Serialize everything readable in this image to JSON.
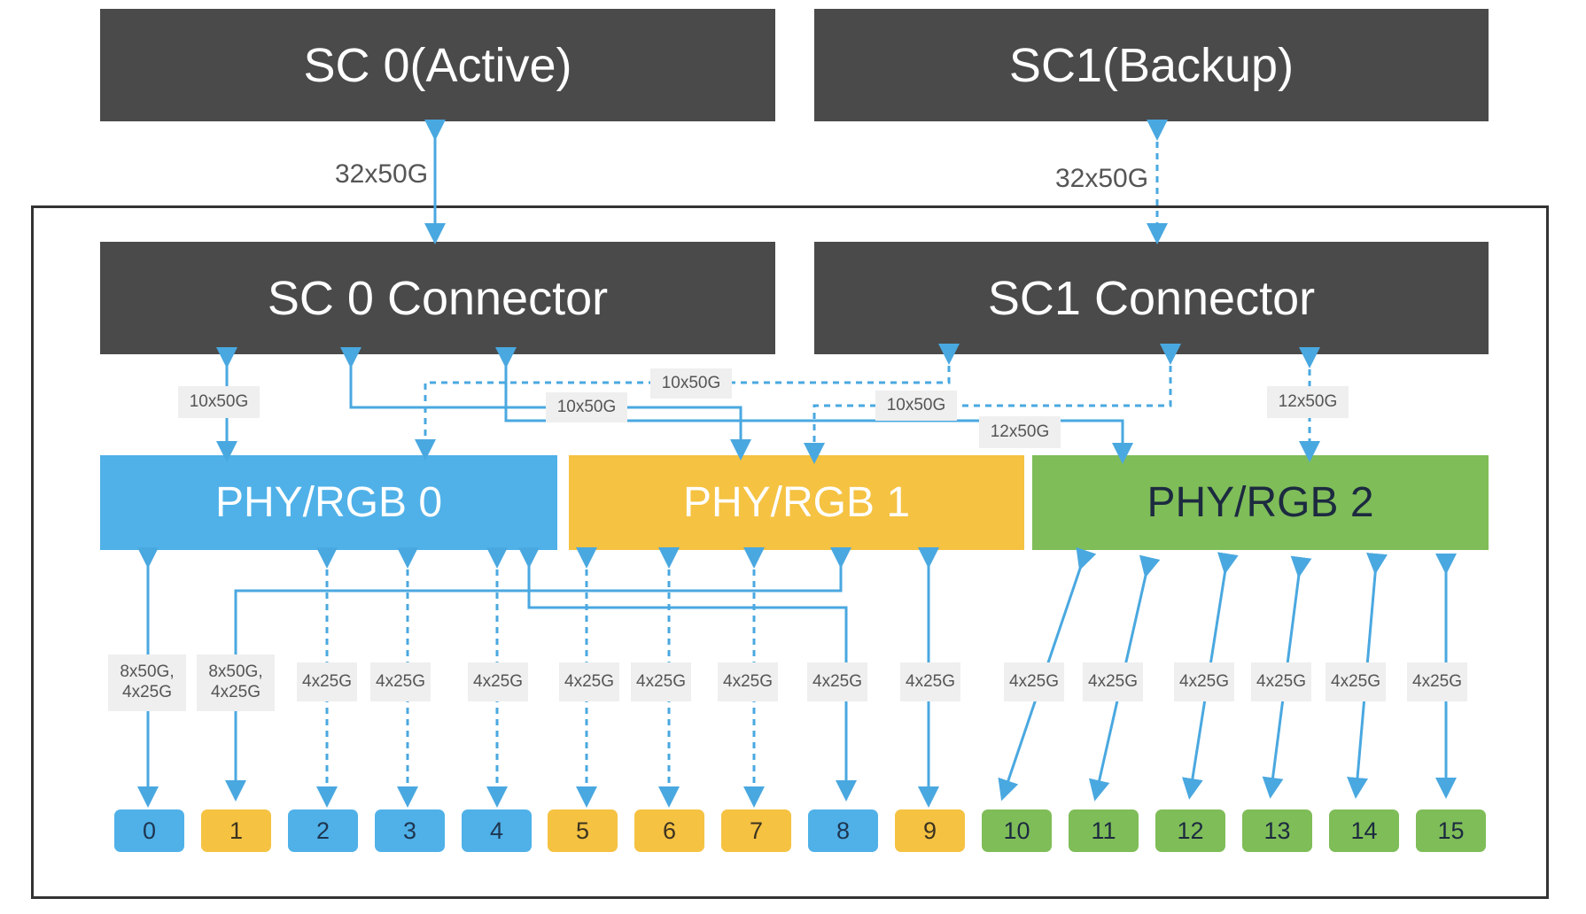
{
  "supervisors": {
    "sc0_active": "SC 0(Active)",
    "sc1_backup": "SC1(Backup)"
  },
  "uplinks": {
    "sc0": "32x50G",
    "sc1": "32x50G"
  },
  "connectors": {
    "sc0": "SC 0 Connector",
    "sc1": "SC1 Connector"
  },
  "phy": {
    "rgb0": "PHY/RGB 0",
    "rgb1": "PHY/RGB 1",
    "rgb2": "PHY/RGB 2"
  },
  "links": {
    "sc0_phy0": "10x50G",
    "sc1_phy0": "10x50G",
    "sc0_phy1": "10x50G",
    "sc1_phy1": "10x50G",
    "sc0_phy2": "12x50G",
    "sc1_phy2": "12x50G"
  },
  "port_speeds": [
    "8x50G,\n4x25G",
    "8x50G,\n4x25G",
    "4x25G",
    "4x25G",
    "4x25G",
    "4x25G",
    "4x25G",
    "4x25G",
    "4x25G",
    "4x25G",
    "4x25G",
    "4x25G",
    "4x25G",
    "4x25G",
    "4x25G",
    "4x25G"
  ],
  "ports": [
    "0",
    "1",
    "2",
    "3",
    "4",
    "5",
    "6",
    "7",
    "8",
    "9",
    "10",
    "11",
    "12",
    "13",
    "14",
    "15"
  ],
  "colors": {
    "dark_block": "#4a4a4a",
    "phy0": "#4fb1e8",
    "phy1": "#f5c242",
    "phy2": "#7fbd58",
    "wire": "#4aa8e0"
  }
}
